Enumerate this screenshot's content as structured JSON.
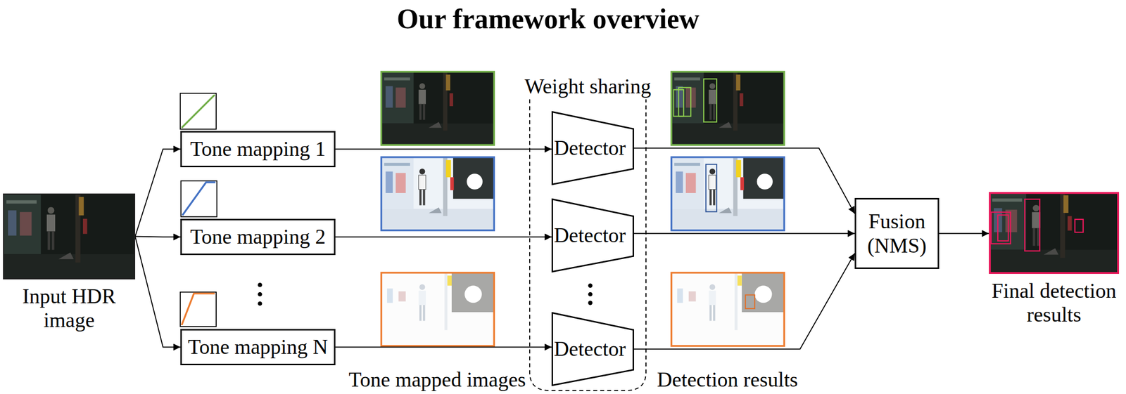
{
  "diagram": {
    "title": "Our framework overview",
    "nodes": [
      {
        "text": [
          "Input HDR image"
        ]
      },
      {
        "text": [
          "Tone mapping 1"
        ]
      },
      {
        "text": [
          "Tone mapping 2"
        ]
      },
      {
        "text": [
          "Tone mapping N"
        ]
      },
      {
        "text": [
          "Weight sharing"
        ]
      },
      {
        "text": [
          "Detector"
        ],
        "in": 4
      },
      {
        "text": [
          "Detector"
        ],
        "in": 4
      },
      {
        "text": [
          "Detector"
        ],
        "in": 4
      },
      {
        "text": [
          "Fusion (NMS)"
        ]
      },
      {
        "text": [
          "Final detection results"
        ]
      }
    ],
    "edges": [
      {
        "from": 0,
        "to": 1,
        "arrow": "to"
      },
      {
        "from": 0,
        "to": 2,
        "arrow": "to"
      },
      {
        "from": 0,
        "to": 3,
        "arrow": "to"
      },
      {
        "from": 1,
        "to": 5,
        "arrow": "to"
      },
      {
        "from": 2,
        "to": 6,
        "arrow": "to"
      },
      {
        "from": 3,
        "to": 7,
        "arrow": "to"
      },
      {
        "from": 5,
        "to": 8,
        "arrow": "to"
      },
      {
        "from": 6,
        "to": 8,
        "arrow": "to"
      },
      {
        "from": 7,
        "to": 8,
        "arrow": "to"
      },
      {
        "from": 8,
        "to": 9,
        "arrow": "to"
      }
    ],
    "labels": [
      "Tone mapped images",
      "Detection results"
    ]
  }
}
